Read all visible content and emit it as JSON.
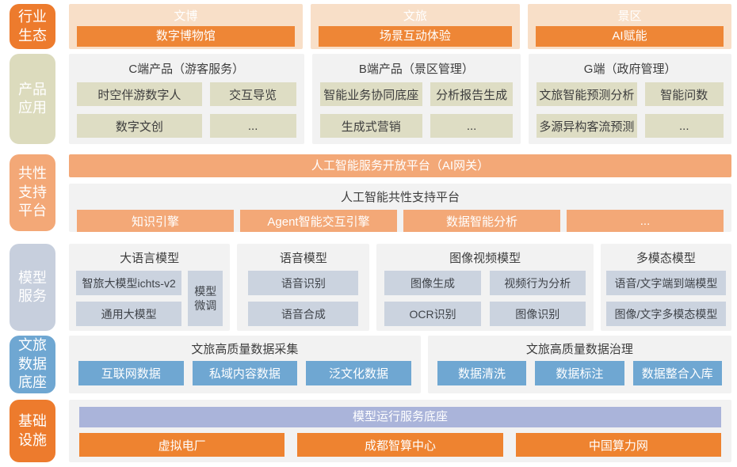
{
  "colors": {
    "orange_label": "#ed7b2d",
    "orange_bar": "#ee8636",
    "orange_box": "#ee8330",
    "peach": "#f8dfc8",
    "salmon": "#f3a877",
    "khaki_label": "#dcdbbd",
    "khaki_box": "#deddc4",
    "panel_gray": "#f2f2f2",
    "bluegray_label": "#c7cfdd",
    "bluegray_box": "#cbd3df",
    "blue": "#6fa7d2",
    "periwinkle": "#aab4da",
    "dark_text": "#3d3d3d",
    "white_text": "#ffffff"
  },
  "industry": {
    "label": "行业\n生态",
    "columns": [
      {
        "title": "文博",
        "bar": "数字博物馆"
      },
      {
        "title": "文旅",
        "bar": "场景互动体验"
      },
      {
        "title": "景区",
        "bar": "AI赋能"
      }
    ]
  },
  "products": {
    "label": "产品\n应用",
    "columns": [
      {
        "title": "C端产品（游客服务）",
        "boxes": [
          "时空伴游数字人",
          "交互导览",
          "数字文创",
          "..."
        ]
      },
      {
        "title": "B端产品（景区管理）",
        "boxes": [
          "智能业务协同底座",
          "分析报告生成",
          "生成式营销",
          "..."
        ]
      },
      {
        "title": "G端（政府管理）",
        "boxes": [
          "文旅智能预测分析",
          "智能问数",
          "多源异构客流预测",
          "..."
        ]
      }
    ]
  },
  "platform": {
    "label": "共性\n支持\n平台",
    "gateway": "人工智能服务开放平台（AI网关）",
    "panel_title": "人工智能共性支持平台",
    "boxes": [
      "知识引擎",
      "Agent智能交互引擎",
      "数据智能分析",
      "..."
    ]
  },
  "models": {
    "label": "模型\n服务",
    "llm": {
      "title": "大语言模型",
      "boxes": [
        "智旅大模型ichts-v2",
        "通用大模型"
      ],
      "side": "模型\n微调"
    },
    "speech": {
      "title": "语音模型",
      "boxes": [
        "语音识别",
        "语音合成"
      ]
    },
    "vision": {
      "title": "图像视频模型",
      "boxes": [
        "图像生成",
        "视频行为分析",
        "OCR识别",
        "图像识别"
      ]
    },
    "multimodal": {
      "title": "多模态模型",
      "boxes": [
        "语音/文字端到端模型",
        "图像/文字多模态模型"
      ]
    }
  },
  "data_base": {
    "label": "文旅\n数据\n底座",
    "groups": [
      {
        "title": "文旅高质量数据采集",
        "boxes": [
          "互联网数据",
          "私域内容数据",
          "泛文化数据"
        ]
      },
      {
        "title": "文旅高质量数据治理",
        "boxes": [
          "数据清洗",
          "数据标注",
          "数据整合入库"
        ]
      }
    ]
  },
  "infrastructure": {
    "label": "基础\n设施",
    "bar": "模型运行服务底座",
    "boxes": [
      "虚拟电厂",
      "成都智算中心",
      "中国算力网"
    ]
  }
}
